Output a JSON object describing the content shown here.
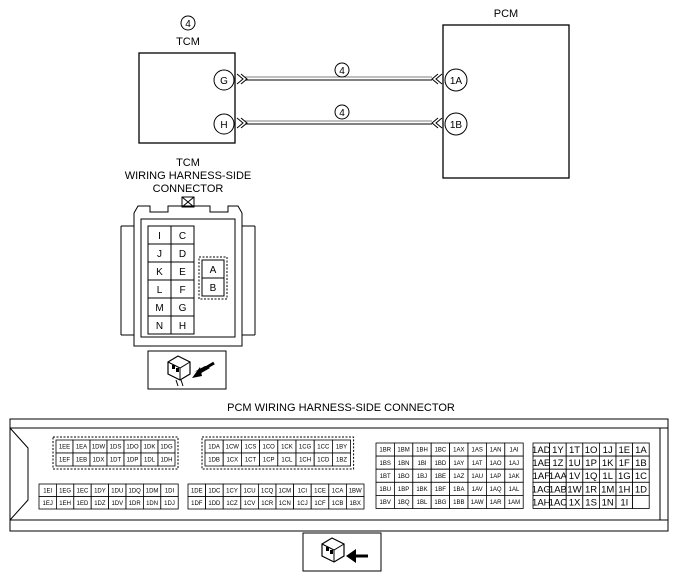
{
  "top": {
    "tcm_circle": "4",
    "tcm_label": "TCM",
    "pcm_label": "PCM",
    "wire_badge_1": "4",
    "wire_badge_2": "4",
    "tcm_pins": [
      "G",
      "H"
    ],
    "pcm_pins": [
      "1A",
      "1B"
    ]
  },
  "tcm_connector": {
    "title_lines": [
      "TCM",
      "WIRING HARNESS-SIDE",
      "CONNECTOR"
    ],
    "left_col": [
      "I",
      "J",
      "K",
      "L",
      "M",
      "N"
    ],
    "mid_col": [
      "C",
      "D",
      "E",
      "F",
      "G",
      "H"
    ],
    "inner": [
      "A",
      "B"
    ]
  },
  "pcm_connector": {
    "title": "PCM WIRING HARNESS-SIDE CONNECTOR",
    "g1": [
      [
        "1EE",
        "1EA",
        "1DW",
        "1DS",
        "1DO",
        "1DK",
        "1DG"
      ],
      [
        "1EF",
        "1EB",
        "1DX",
        "1DT",
        "1DP",
        "1DL",
        "1DH"
      ]
    ],
    "g2": [
      [
        "1DA",
        "1CW",
        "1CS",
        "1CO",
        "1CK",
        "1CG",
        "1CC",
        "1BY"
      ],
      [
        "1DB",
        "1CX",
        "1CT",
        "1CP",
        "1CL",
        "1CH",
        "1CD",
        "1BZ"
      ]
    ],
    "g3": [
      [
        "1EI",
        "1EG",
        "1EC",
        "1DY",
        "1DU",
        "1DQ",
        "1DM",
        "1DI"
      ],
      [
        "1EJ",
        "1EH",
        "1ED",
        "1DZ",
        "1DV",
        "1DR",
        "1DN",
        "1DJ"
      ]
    ],
    "g4": [
      [
        "1DE",
        "1DC",
        "1CY",
        "1CU",
        "1CQ",
        "1CM",
        "1CI",
        "1CE",
        "1CA",
        "1BW"
      ],
      [
        "1DF",
        "1DD",
        "1CZ",
        "1CV",
        "1CR",
        "1CN",
        "1CJ",
        "1CF",
        "1CB",
        "1BX"
      ]
    ],
    "g5": [
      [
        "1BR",
        "1BM",
        "1BH",
        "1BC",
        "1AX",
        "1AS",
        "1AN",
        "1AI"
      ],
      [
        "1BS",
        "1BN",
        "1BI",
        "1BD",
        "1AY",
        "1AT",
        "1AO",
        "1AJ"
      ],
      [
        "1BT",
        "1BO",
        "1BJ",
        "1BE",
        "1AZ",
        "1AU",
        "1AP",
        "1AK"
      ],
      [
        "1BU",
        "1BP",
        "1BK",
        "1BF",
        "1BA",
        "1AV",
        "1AQ",
        "1AL"
      ],
      [
        "1BV",
        "1BQ",
        "1BL",
        "1BG",
        "1BB",
        "1AW",
        "1AR",
        "1AM"
      ]
    ],
    "g6": [
      [
        "1AD",
        "1Y",
        "1T",
        "1O",
        "1J",
        "1E",
        "1A"
      ],
      [
        "1AE",
        "1Z",
        "1U",
        "1P",
        "1K",
        "1F",
        "1B"
      ],
      [
        "1AF",
        "1AA",
        "1V",
        "1Q",
        "1L",
        "1G",
        "1C"
      ],
      [
        "1AG",
        "1AB",
        "1W",
        "1R",
        "1M",
        "1H",
        "1D"
      ],
      [
        "1AH",
        "1AC",
        "1X",
        "1S",
        "1N",
        "1I",
        ""
      ]
    ]
  }
}
